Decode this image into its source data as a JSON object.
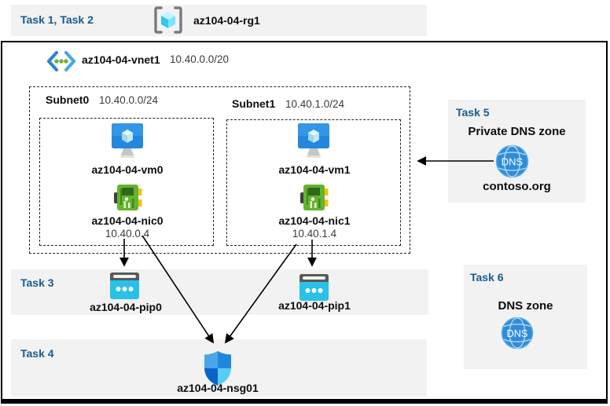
{
  "header": {
    "tasks": "Task 1, Task 2",
    "resource_group": "az104-04-rg1"
  },
  "vnet": {
    "name": "az104-04-vnet1",
    "cidr": "10.40.0.0/20"
  },
  "subnets": [
    {
      "name": "Subnet0",
      "cidr": "10.40.0.0/24",
      "vm": "az104-04-vm0",
      "nic": "az104-04-nic0",
      "nic_ip": "10.40.0.4"
    },
    {
      "name": "Subnet1",
      "cidr": "10.40.1.0/24",
      "vm": "az104-04-vm1",
      "nic": "az104-04-nic1",
      "nic_ip": "10.40.1.4"
    }
  ],
  "task3": {
    "label": "Task 3",
    "pip0": "az104-04-pip0",
    "pip1": "az104-04-pip1"
  },
  "task4": {
    "label": "Task 4",
    "nsg": "az104-04-nsg01"
  },
  "task5": {
    "label": "Task 5",
    "title": "Private DNS zone",
    "zone_name": "contoso.org"
  },
  "task6": {
    "label": "Task 6",
    "title": "DNS zone"
  },
  "icons": {
    "dns_label": "DNS"
  },
  "colors": {
    "task_label": "#175C8F",
    "panel_bg": "#F2F2F2",
    "line": "#000000"
  }
}
